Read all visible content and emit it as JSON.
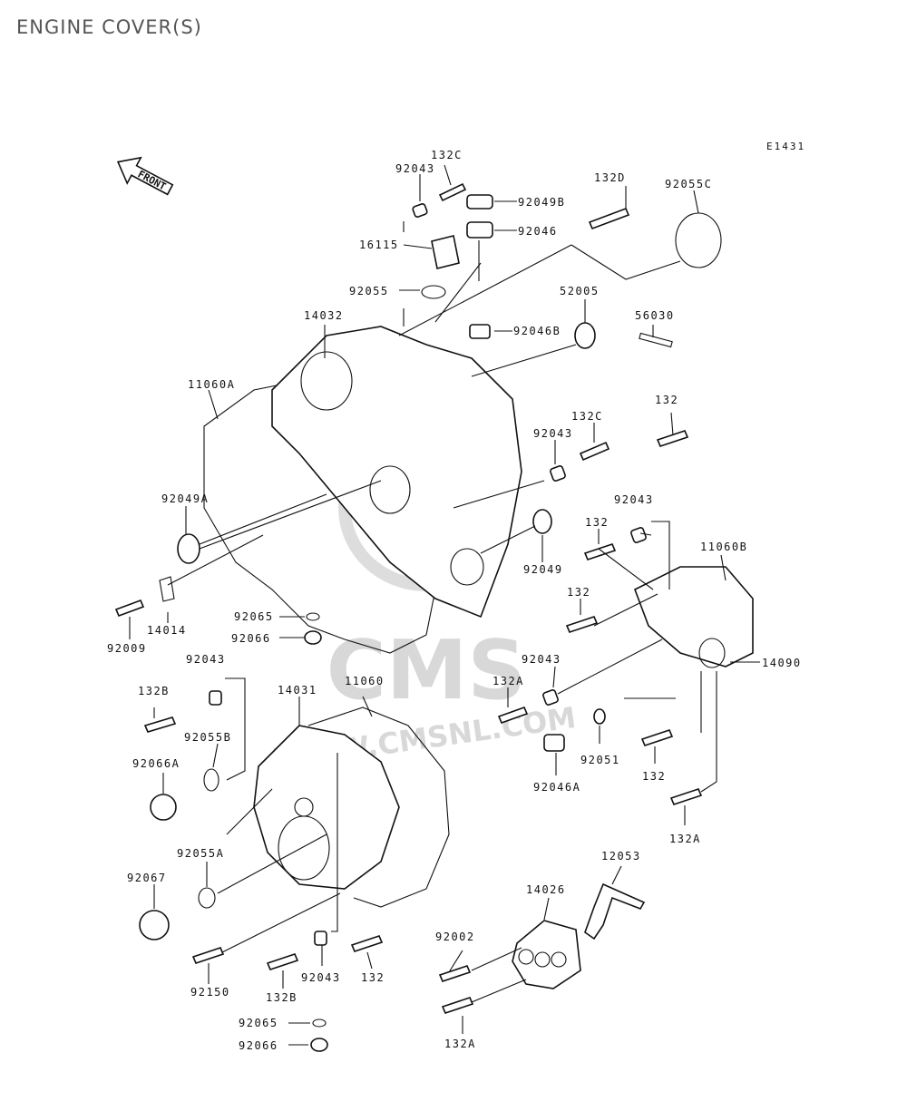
{
  "title": "ENGINE COVER(S)",
  "diagram_code": "E1431",
  "front_label": "FRONT",
  "watermark": {
    "logo": "CMS",
    "url": "WWW.CMSNL.COM"
  },
  "parts": [
    {
      "id": "p1",
      "label": "132C"
    },
    {
      "id": "p2",
      "label": "92043"
    },
    {
      "id": "p3",
      "label": "92049B"
    },
    {
      "id": "p4",
      "label": "132D"
    },
    {
      "id": "p5",
      "label": "92055C"
    },
    {
      "id": "p6",
      "label": "92046"
    },
    {
      "id": "p7",
      "label": "16115"
    },
    {
      "id": "p8",
      "label": "92055"
    },
    {
      "id": "p9",
      "label": "52005"
    },
    {
      "id": "p10",
      "label": "14032"
    },
    {
      "id": "p11",
      "label": "56030"
    },
    {
      "id": "p12",
      "label": "92046B"
    },
    {
      "id": "p13",
      "label": "11060A"
    },
    {
      "id": "p14",
      "label": "132"
    },
    {
      "id": "p15",
      "label": "132C"
    },
    {
      "id": "p16",
      "label": "92043"
    },
    {
      "id": "p17",
      "label": "92049A"
    },
    {
      "id": "p18",
      "label": "92043"
    },
    {
      "id": "p19",
      "label": "132"
    },
    {
      "id": "p20",
      "label": "11060B"
    },
    {
      "id": "p21",
      "label": "92049"
    },
    {
      "id": "p22",
      "label": "132"
    },
    {
      "id": "p23",
      "label": "14014"
    },
    {
      "id": "p24",
      "label": "92065"
    },
    {
      "id": "p25",
      "label": "92009"
    },
    {
      "id": "p26",
      "label": "92066"
    },
    {
      "id": "p27",
      "label": "14090"
    },
    {
      "id": "p28",
      "label": "92043"
    },
    {
      "id": "p29",
      "label": "92043"
    },
    {
      "id": "p30",
      "label": "14031"
    },
    {
      "id": "p31",
      "label": "11060"
    },
    {
      "id": "p32",
      "label": "132A"
    },
    {
      "id": "p33",
      "label": "132B"
    },
    {
      "id": "p34",
      "label": "92055B"
    },
    {
      "id": "p35",
      "label": "92051"
    },
    {
      "id": "p36",
      "label": "92066A"
    },
    {
      "id": "p37",
      "label": "132"
    },
    {
      "id": "p38",
      "label": "92046A"
    },
    {
      "id": "p39",
      "label": "132A"
    },
    {
      "id": "p40",
      "label": "92055A"
    },
    {
      "id": "p41",
      "label": "12053"
    },
    {
      "id": "p42",
      "label": "92067"
    },
    {
      "id": "p43",
      "label": "14026"
    },
    {
      "id": "p44",
      "label": "92002"
    },
    {
      "id": "p45",
      "label": "92150"
    },
    {
      "id": "p46",
      "label": "132B"
    },
    {
      "id": "p47",
      "label": "92043"
    },
    {
      "id": "p48",
      "label": "132"
    },
    {
      "id": "p49",
      "label": "132A"
    },
    {
      "id": "p50",
      "label": "92065"
    },
    {
      "id": "p51",
      "label": "92066"
    }
  ]
}
